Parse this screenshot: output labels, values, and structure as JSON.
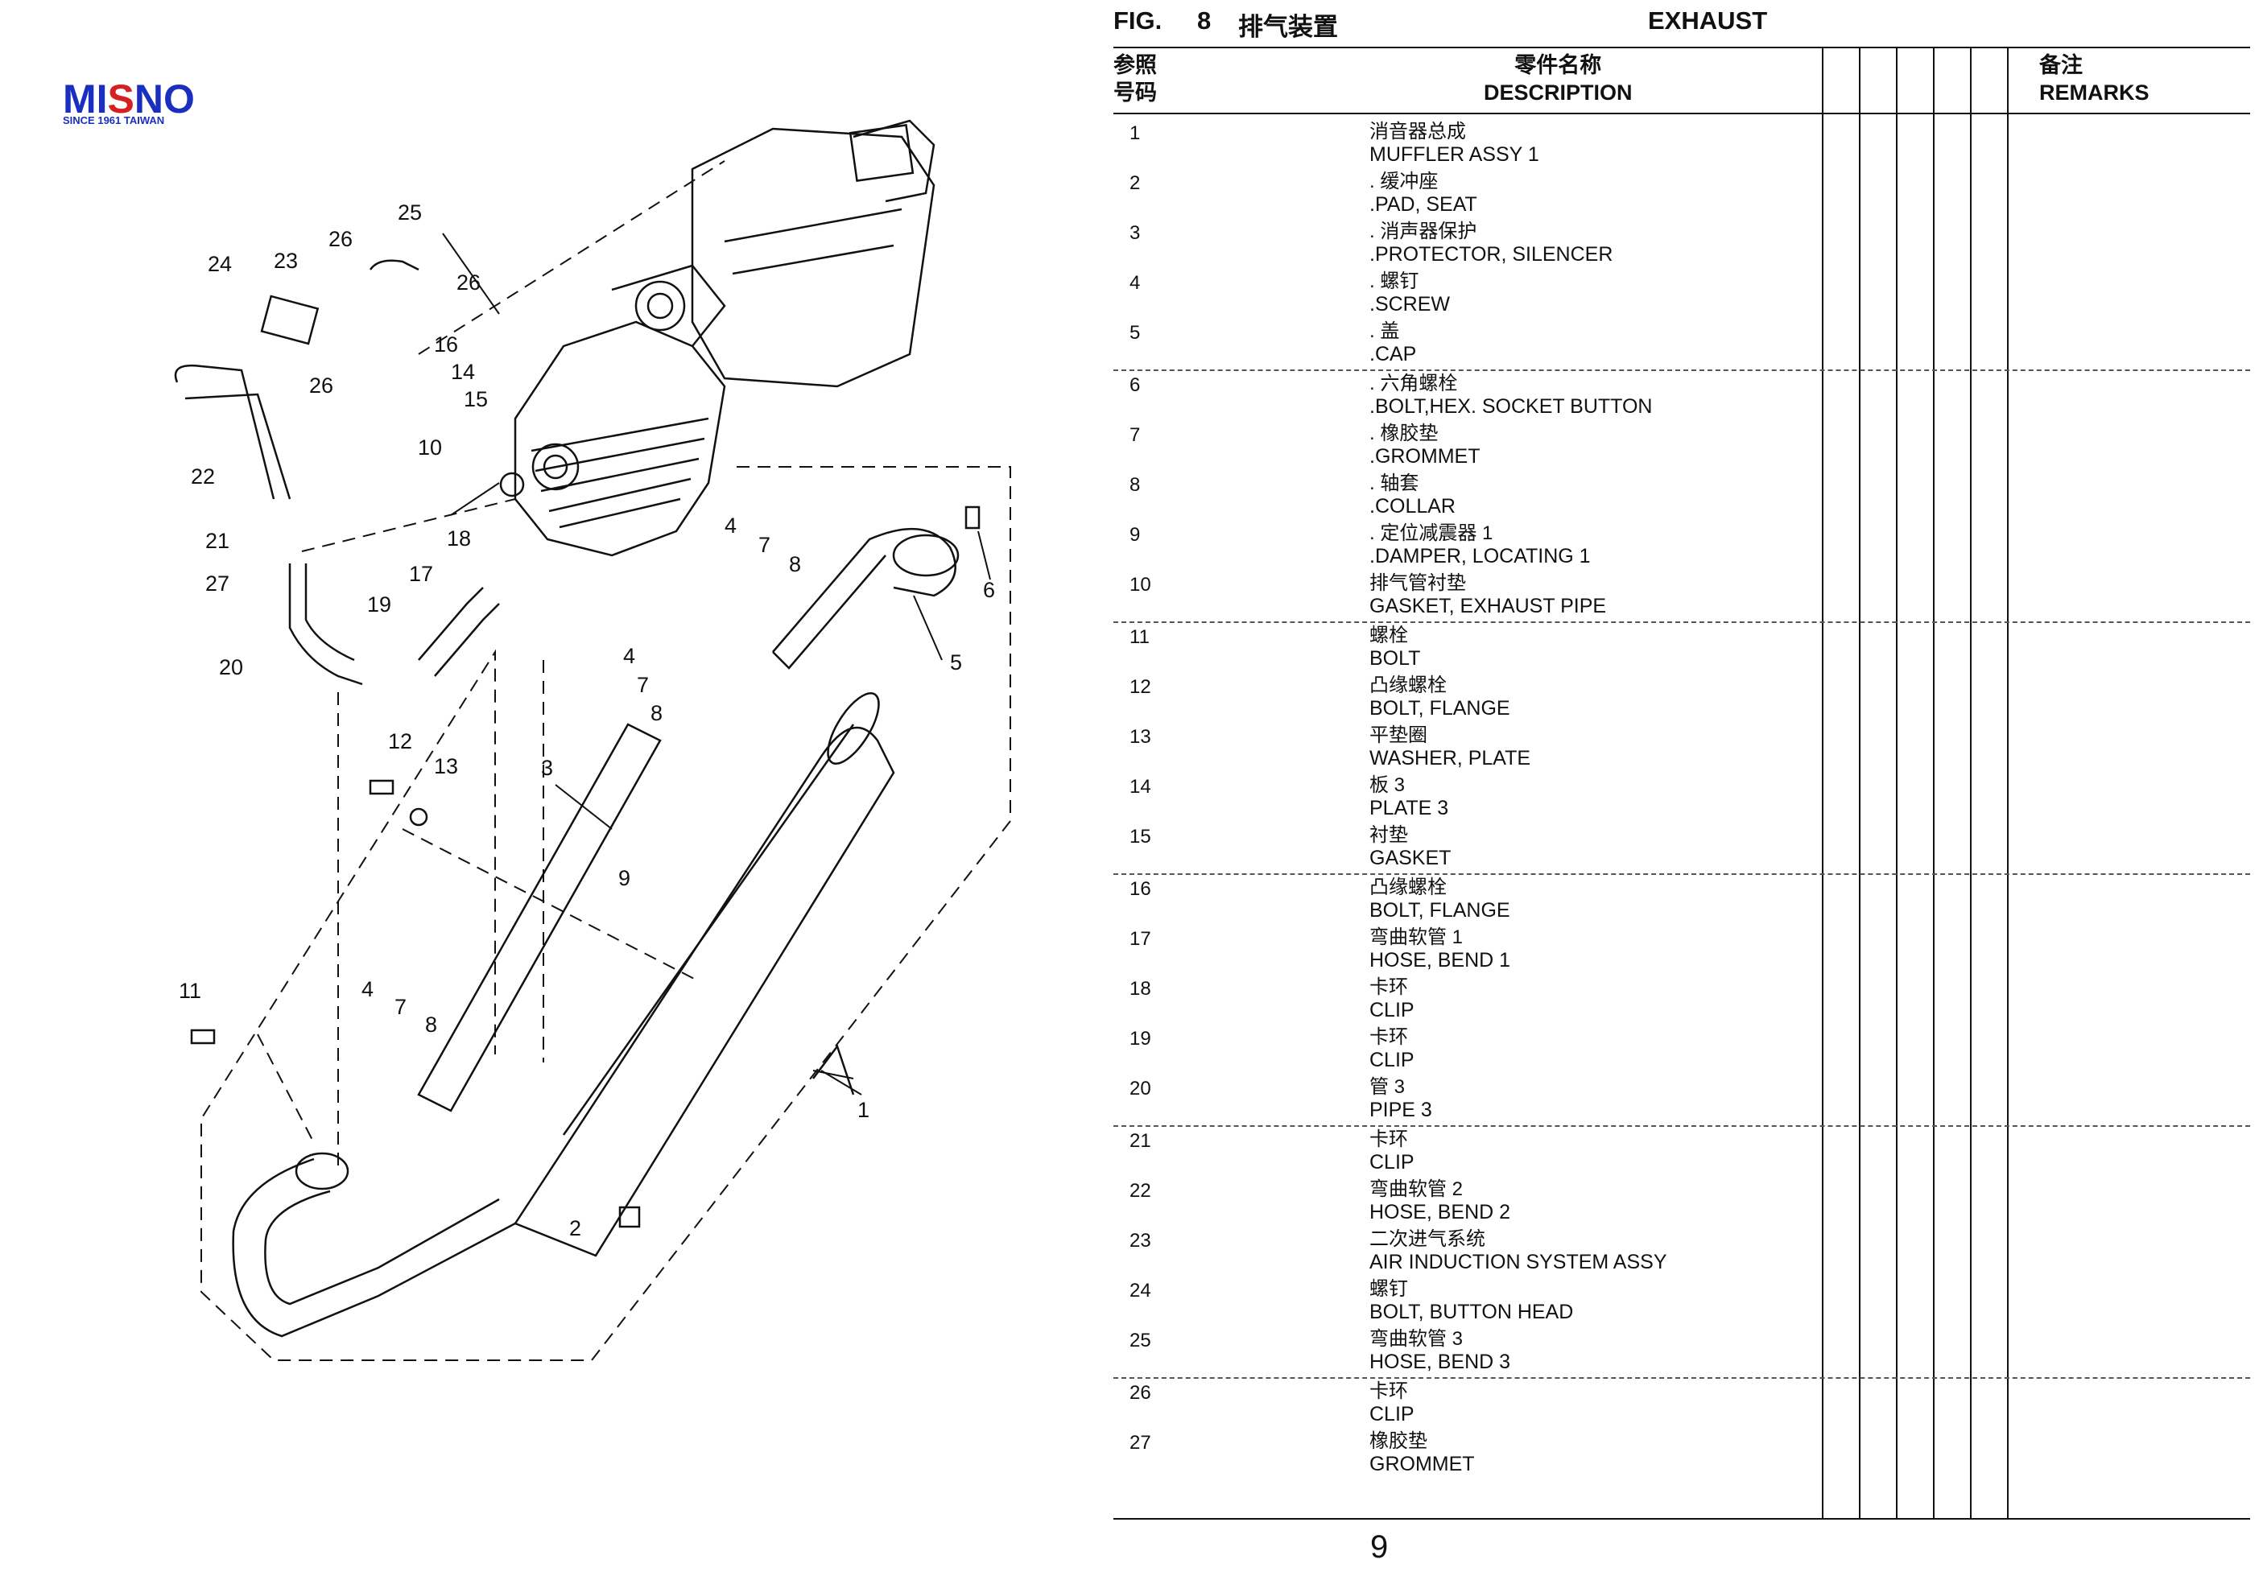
{
  "logo": {
    "brand": "MISNO",
    "tagline": "SINCE 1961 TAIWAN"
  },
  "figure": {
    "label": "FIG.",
    "number": "8",
    "title_cn": "排气装置",
    "title_en": "EXHAUST"
  },
  "table_header": {
    "ref_cn_1": "参照",
    "ref_cn_2": "号码",
    "desc_cn": "零件名称",
    "desc_en": "DESCRIPTION",
    "remarks_cn": "备注",
    "remarks_en": "REMARKS"
  },
  "parts": [
    {
      "ref": "1",
      "cn": "消音器总成",
      "en": "MUFFLER ASSY 1"
    },
    {
      "ref": "2",
      "cn": ". 缓冲座",
      "en": ".PAD, SEAT"
    },
    {
      "ref": "3",
      "cn": ". 消声器保护",
      "en": ".PROTECTOR, SILENCER"
    },
    {
      "ref": "4",
      "cn": ". 螺钉",
      "en": ".SCREW"
    },
    {
      "ref": "5",
      "cn": ". 盖",
      "en": ".CAP"
    },
    {
      "ref": "6",
      "cn": ". 六角螺栓",
      "en": ".BOLT,HEX. SOCKET BUTTON"
    },
    {
      "ref": "7",
      "cn": ". 橡胶垫",
      "en": ".GROMMET"
    },
    {
      "ref": "8",
      "cn": ". 轴套",
      "en": ".COLLAR"
    },
    {
      "ref": "9",
      "cn": ". 定位减震器 1",
      "en": ".DAMPER, LOCATING 1"
    },
    {
      "ref": "10",
      "cn": "排气管衬垫",
      "en": "GASKET, EXHAUST PIPE"
    },
    {
      "ref": "11",
      "cn": "螺栓",
      "en": "BOLT"
    },
    {
      "ref": "12",
      "cn": "凸缘螺栓",
      "en": "BOLT, FLANGE"
    },
    {
      "ref": "13",
      "cn": "平垫圈",
      "en": "WASHER, PLATE"
    },
    {
      "ref": "14",
      "cn": "板 3",
      "en": "PLATE 3"
    },
    {
      "ref": "15",
      "cn": "衬垫",
      "en": "GASKET"
    },
    {
      "ref": "16",
      "cn": "凸缘螺栓",
      "en": "BOLT, FLANGE"
    },
    {
      "ref": "17",
      "cn": "弯曲软管 1",
      "en": "HOSE, BEND 1"
    },
    {
      "ref": "18",
      "cn": "卡环",
      "en": "CLIP"
    },
    {
      "ref": "19",
      "cn": "卡环",
      "en": "CLIP"
    },
    {
      "ref": "20",
      "cn": "管 3",
      "en": "PIPE 3"
    },
    {
      "ref": "21",
      "cn": "卡环",
      "en": "CLIP"
    },
    {
      "ref": "22",
      "cn": "弯曲软管 2",
      "en": "HOSE, BEND 2"
    },
    {
      "ref": "23",
      "cn": "二次进气系统",
      "en": "AIR INDUCTION SYSTEM ASSY"
    },
    {
      "ref": "24",
      "cn": "螺钉",
      "en": "BOLT, BUTTON HEAD"
    },
    {
      "ref": "25",
      "cn": "弯曲软管 3",
      "en": "HOSE, BEND 3"
    },
    {
      "ref": "26",
      "cn": "卡环",
      "en": "CLIP"
    },
    {
      "ref": "27",
      "cn": "橡胶垫",
      "en": "GROMMET"
    }
  ],
  "callouts": [
    "1",
    "2",
    "3",
    "4",
    "5",
    "6",
    "7",
    "8",
    "9",
    "10",
    "11",
    "12",
    "13",
    "14",
    "15",
    "16",
    "17",
    "18",
    "19",
    "20",
    "21",
    "22",
    "23",
    "24",
    "25",
    "26",
    "4",
    "7",
    "8",
    "4",
    "7",
    "8",
    "26",
    "26",
    "27"
  ],
  "page_number": "9",
  "colors": {
    "logo_blue": "#1a2fbf",
    "logo_red": "#d42020",
    "line": "#111111"
  }
}
